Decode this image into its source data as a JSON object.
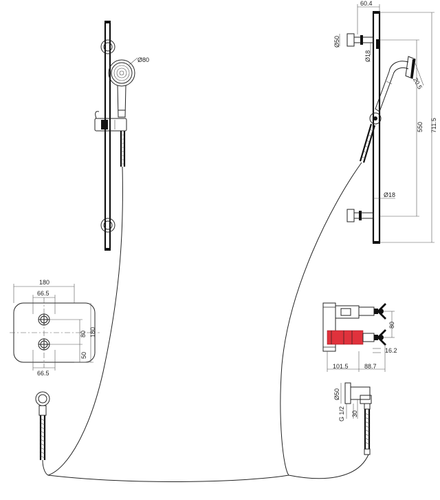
{
  "front_view": {
    "handset_diameter": "Ø80"
  },
  "plate_view": {
    "width_total": "180",
    "spacing_top": "66.5",
    "spacing_bottom": "66.5",
    "height_center": "80",
    "height_total": "180",
    "offset_bottom": "50"
  },
  "side_view": {
    "top_offset": "60.4",
    "wall_flange": "Ø50",
    "rail_diameter_top": "Ø18",
    "rail_diameter_bottom": "Ø18",
    "handset_offset": "20.5",
    "bracket_spacing": "550",
    "rail_length": "711.5"
  },
  "valve_view": {
    "valve_spacing": "80",
    "depth": "16.2",
    "body_width": "101.5",
    "handle_width": "88.7"
  },
  "outlet_view": {
    "flange": "Ø50",
    "thread": "G 1/2",
    "projection": "30"
  }
}
